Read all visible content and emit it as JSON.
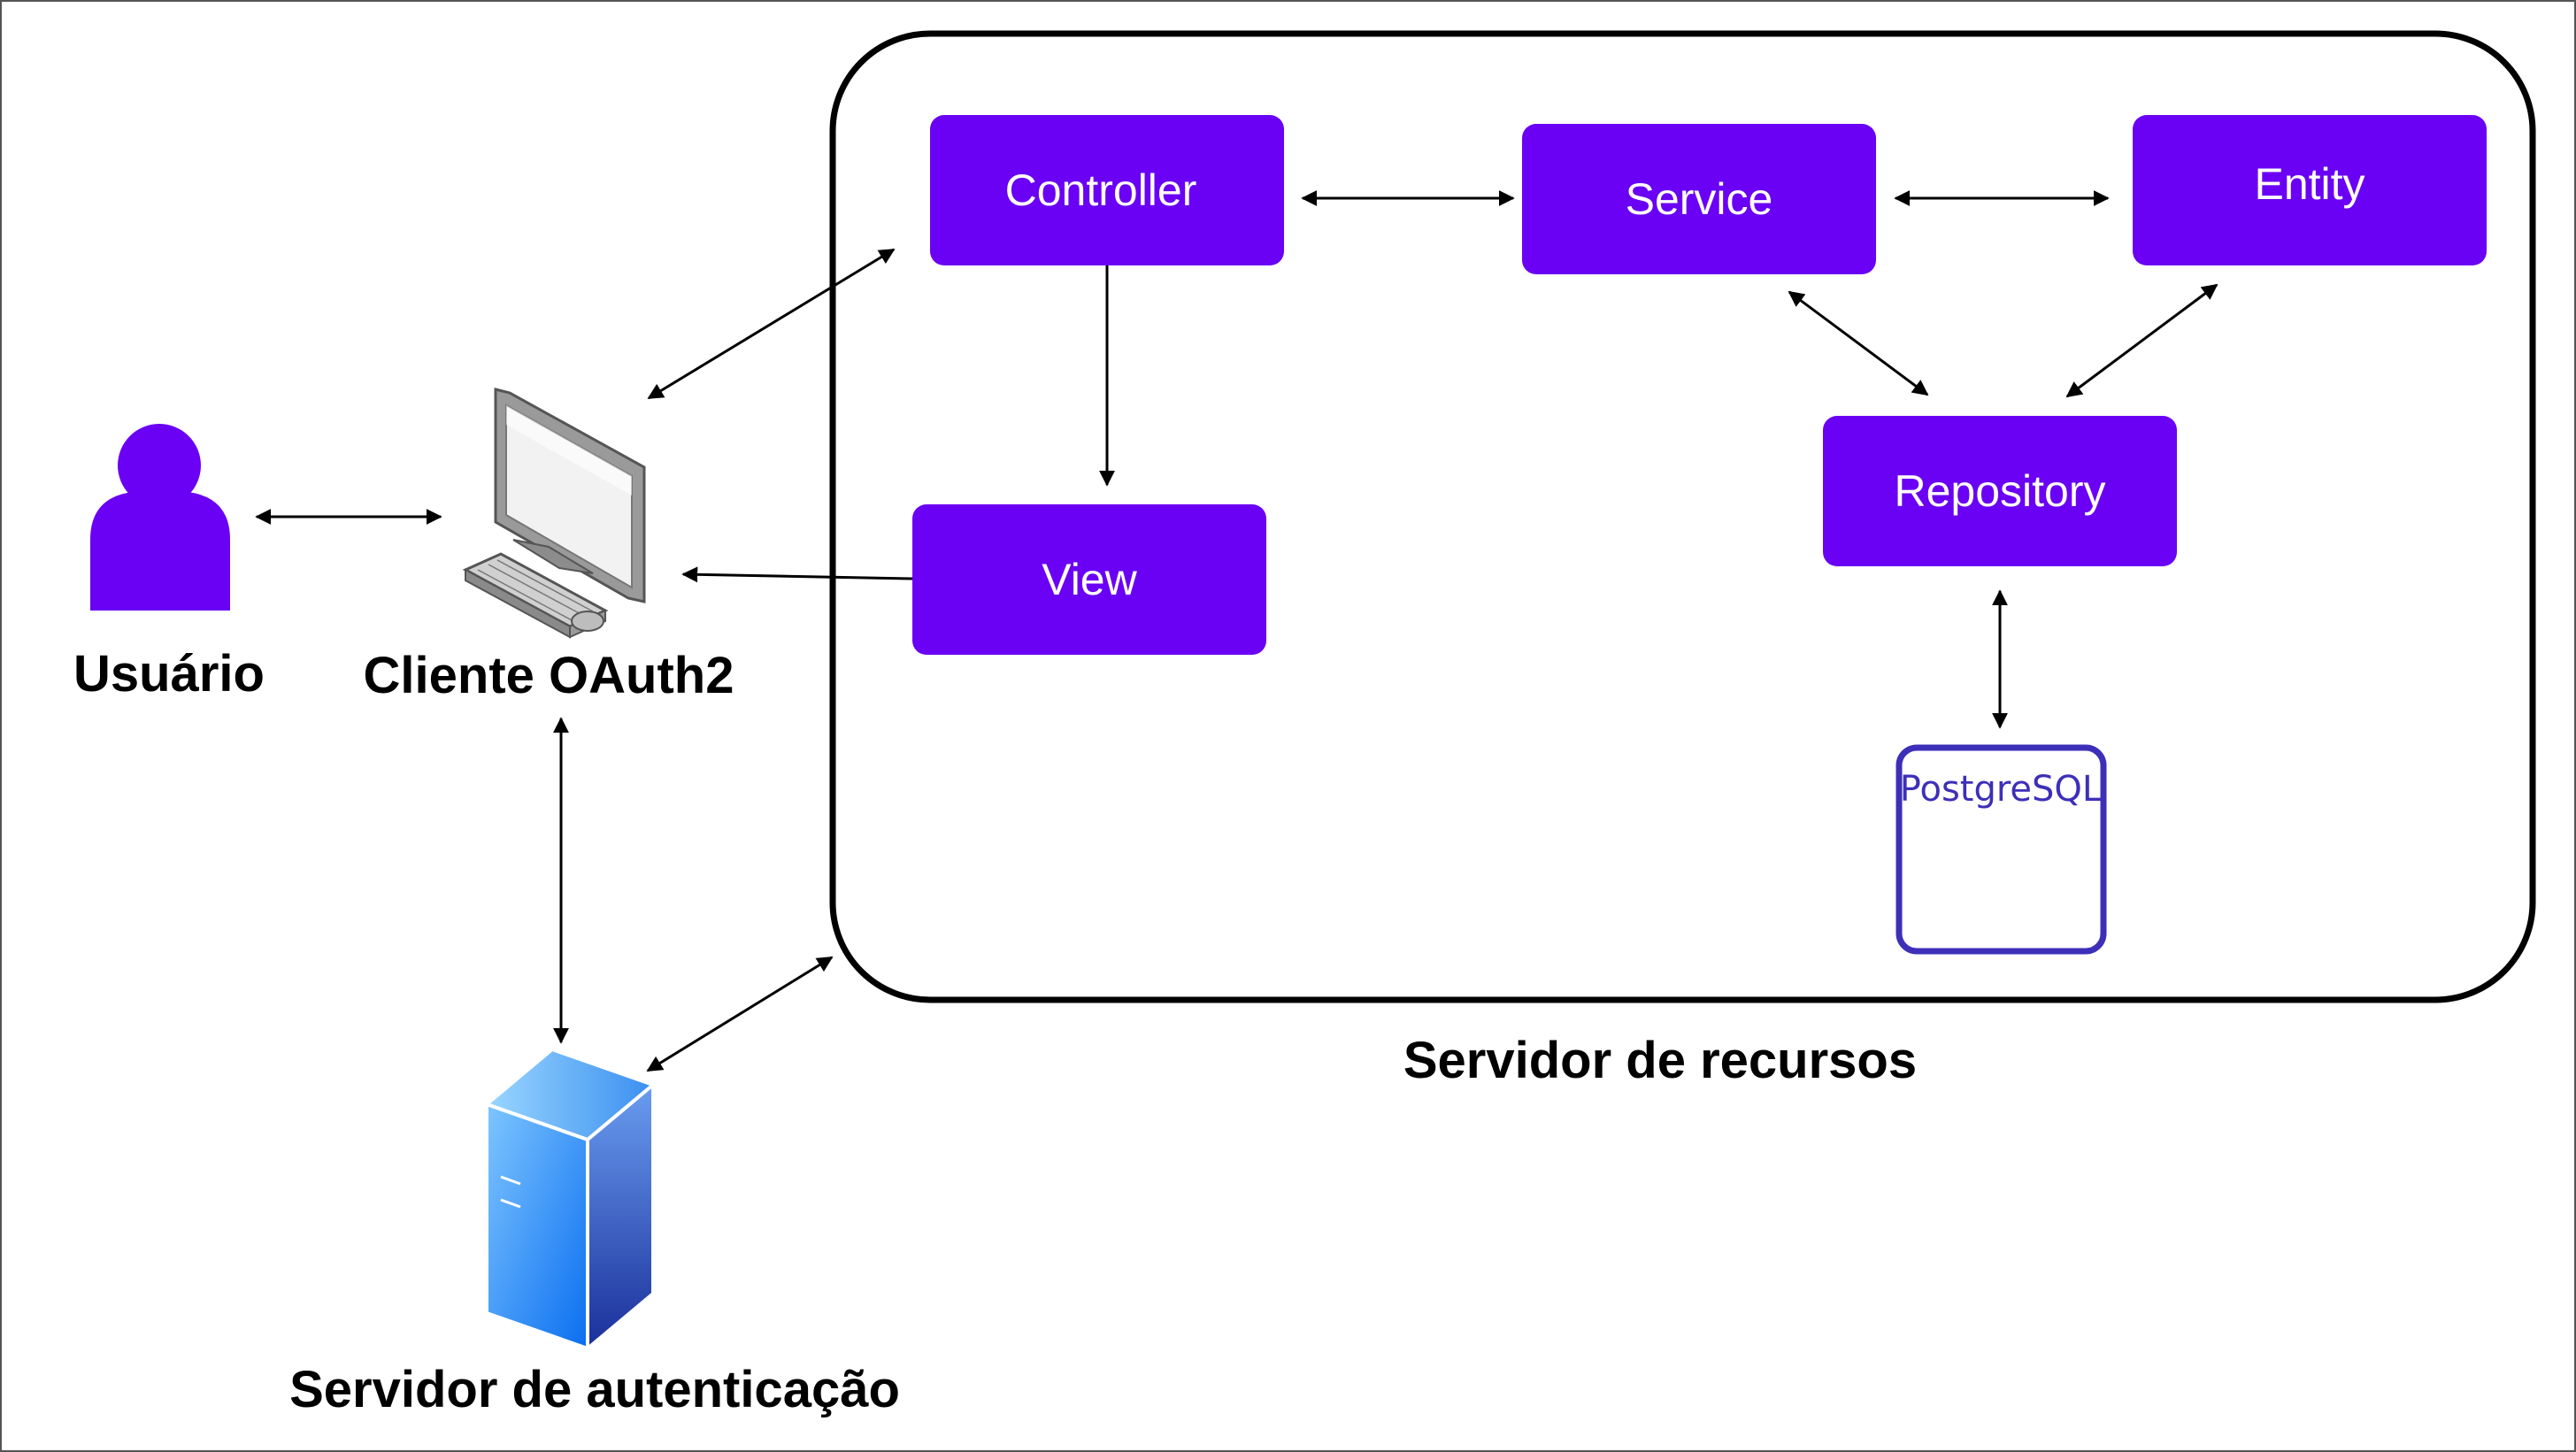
{
  "colors": {
    "box_fill": "#6a00f4",
    "box_text": "#ffffff",
    "user_icon": "#6a00f4",
    "postgres": "#3d2fb8",
    "server_light": "#5fb6ff",
    "server_dark": "#1a3ea8",
    "line": "#000000"
  },
  "labels": {
    "usuario": "Usuário",
    "cliente": "Cliente OAuth2",
    "servidor_recursos": "Servidor de recursos",
    "servidor_autenticacao": "Servidor de autenticação"
  },
  "boxes": {
    "controller": "Controller",
    "service": "Service",
    "entity": "Entity",
    "view": "View",
    "repository": "Repository"
  },
  "database": {
    "label": "PostgreSQL"
  },
  "icons": {
    "user": "user-icon",
    "computer": "computer-icon",
    "server": "server-icon",
    "database": "database-icon"
  }
}
